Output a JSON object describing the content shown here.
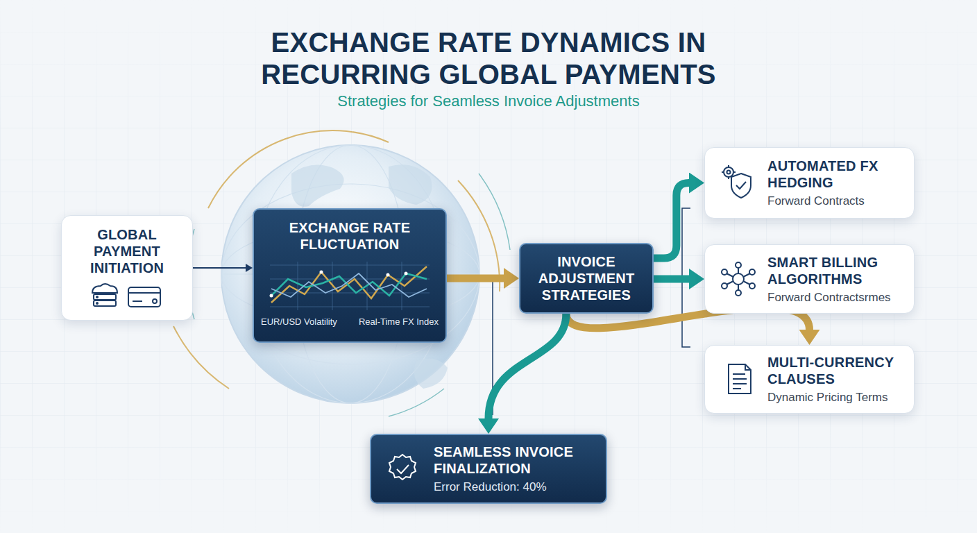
{
  "diagram": {
    "title": "EXCHANGE RATE DYNAMICS IN RECURRING GLOBAL PAYMENTS",
    "nodes": [
      {
        "text": [
          "GLOBAL PAYMENT INITIATION"
        ]
      },
      {
        "text": [
          "EXCHANGE RATE FLUCTUATION",
          "EUR/USD Volatility",
          "Real-Time FX Index"
        ]
      },
      {
        "text": [
          "INVOICE ADJUSTMENT STRATEGIES"
        ]
      },
      {
        "text": [
          "AUTOMATED FX HEDGING",
          "Forward Contracts"
        ]
      },
      {
        "text": [
          "SMART BILLING ALGORITHMS",
          "Forward Contractsrmes"
        ]
      },
      {
        "text": [
          "MULTI-CURRENCY CLAUSES",
          "Dynamic Pricing Terms"
        ]
      },
      {
        "text": [
          "SEAMLESS INVOICE FINALIZATION",
          "Error Reduction: 40%"
        ]
      }
    ],
    "edges": [
      {
        "from": 0,
        "to": 1,
        "arrow": "to"
      },
      {
        "from": 1,
        "to": 2,
        "arrow": "to"
      },
      {
        "from": 2,
        "to": 3,
        "arrow": "to"
      },
      {
        "from": 2,
        "to": 4,
        "arrow": "to"
      },
      {
        "from": 2,
        "to": 5,
        "arrow": "to"
      },
      {
        "from": 2,
        "to": 6,
        "arrow": "to"
      }
    ],
    "labels": [
      "Strategies for Seamless Invoice Adjustments"
    ]
  }
}
